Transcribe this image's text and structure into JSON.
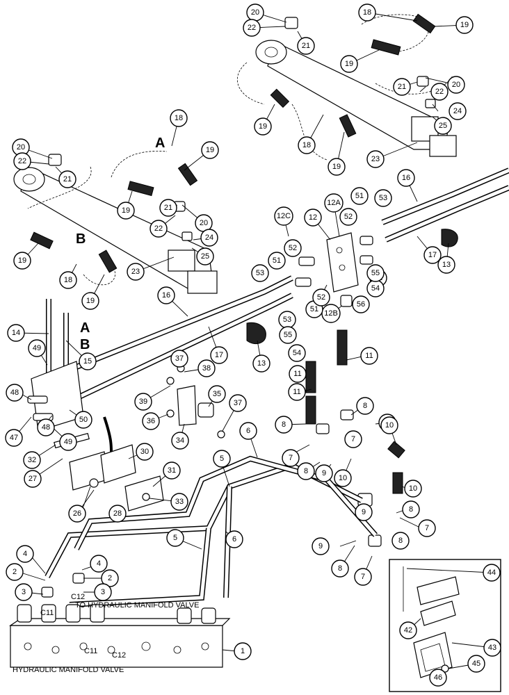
{
  "captions": {
    "to_manifold": "TO HYDRAULIC MANIFOLD VALVE",
    "manifold": "HYDRAULIC MANIFOLD VALVE",
    "c11_upper": "C11",
    "c12_upper": "C12",
    "c11_lower": "C11",
    "c12_lower": "C12"
  },
  "letters": {
    "a_top": "A",
    "b_mid": "B",
    "a_left": "A",
    "b_left": "B"
  },
  "callouts": [
    "1",
    "2",
    "3",
    "4",
    "5",
    "6",
    "7",
    "8",
    "9",
    "10",
    "11",
    "12",
    "12A",
    "12C",
    "12B",
    "13",
    "14",
    "15",
    "16",
    "17",
    "18",
    "19",
    "20",
    "21",
    "22",
    "23",
    "24",
    "25",
    "26",
    "27",
    "28",
    "30",
    "31",
    "32",
    "33",
    "34",
    "35",
    "36",
    "37",
    "38",
    "39",
    "42",
    "43",
    "44",
    "45",
    "46",
    "47",
    "48",
    "49",
    "50",
    "51",
    "52",
    "53",
    "54",
    "55",
    "56"
  ]
}
